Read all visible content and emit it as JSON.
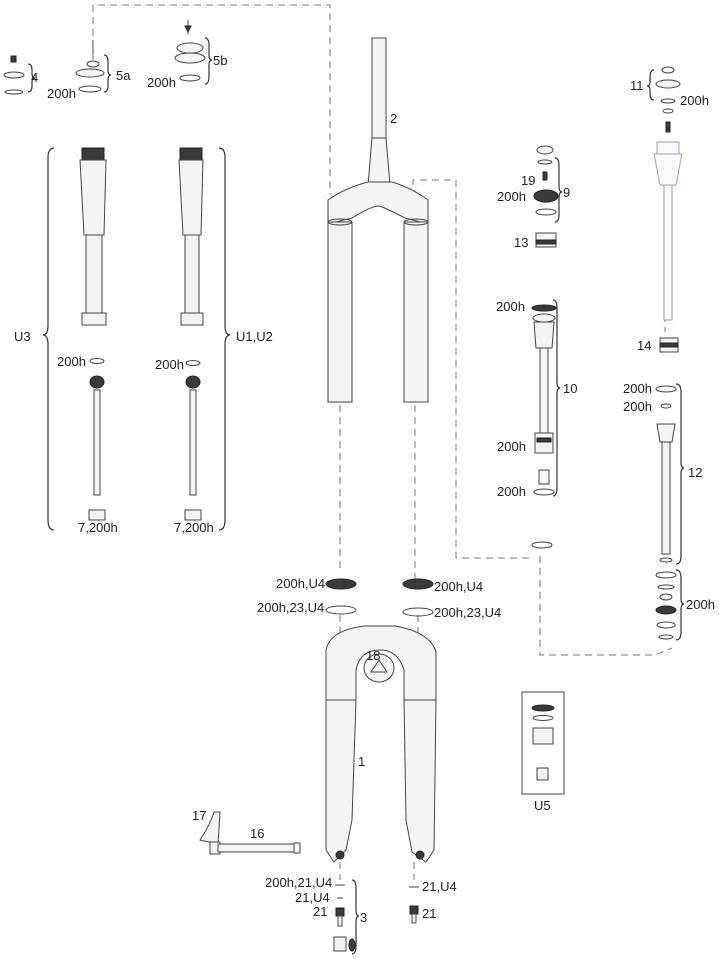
{
  "labels": {
    "l4": "4",
    "l5a": "5a",
    "l5b": "5b",
    "l200h_a": "200h",
    "l200h_b": "200h",
    "l2": "2",
    "l11": "11",
    "l200h_c": "200h",
    "l19": "19",
    "l9": "9",
    "l200h_d": "200h",
    "l13": "13",
    "lU3": "U3",
    "lU1U2": "U1,U2",
    "l200h_e": "200h",
    "l200h_f": "200h",
    "l7200h_a": "7,200h",
    "l7200h_b": "7,200h",
    "l200h_g": "200h",
    "l10": "10",
    "l200h_h": "200h",
    "l200h_i": "200h",
    "l14": "14",
    "l200h_j": "200h",
    "l200h_k": "200h",
    "l12": "12",
    "l200h_l": "200h",
    "l200hU4_a": "200h,U4",
    "l200hU4_b": "200h,U4",
    "l200h23U4_a": "200h,23,U4",
    "l200h23U4_b": "200h,23,U4",
    "l18": "18",
    "l1": "1",
    "lU5": "U5",
    "l17": "17",
    "l16": "16",
    "l200h21U4": "200h,21,U4",
    "l21U4_a": "21,U4",
    "l21U4_b": "21,U4",
    "l21_a": "21",
    "l21_b": "21",
    "l3": "3"
  }
}
